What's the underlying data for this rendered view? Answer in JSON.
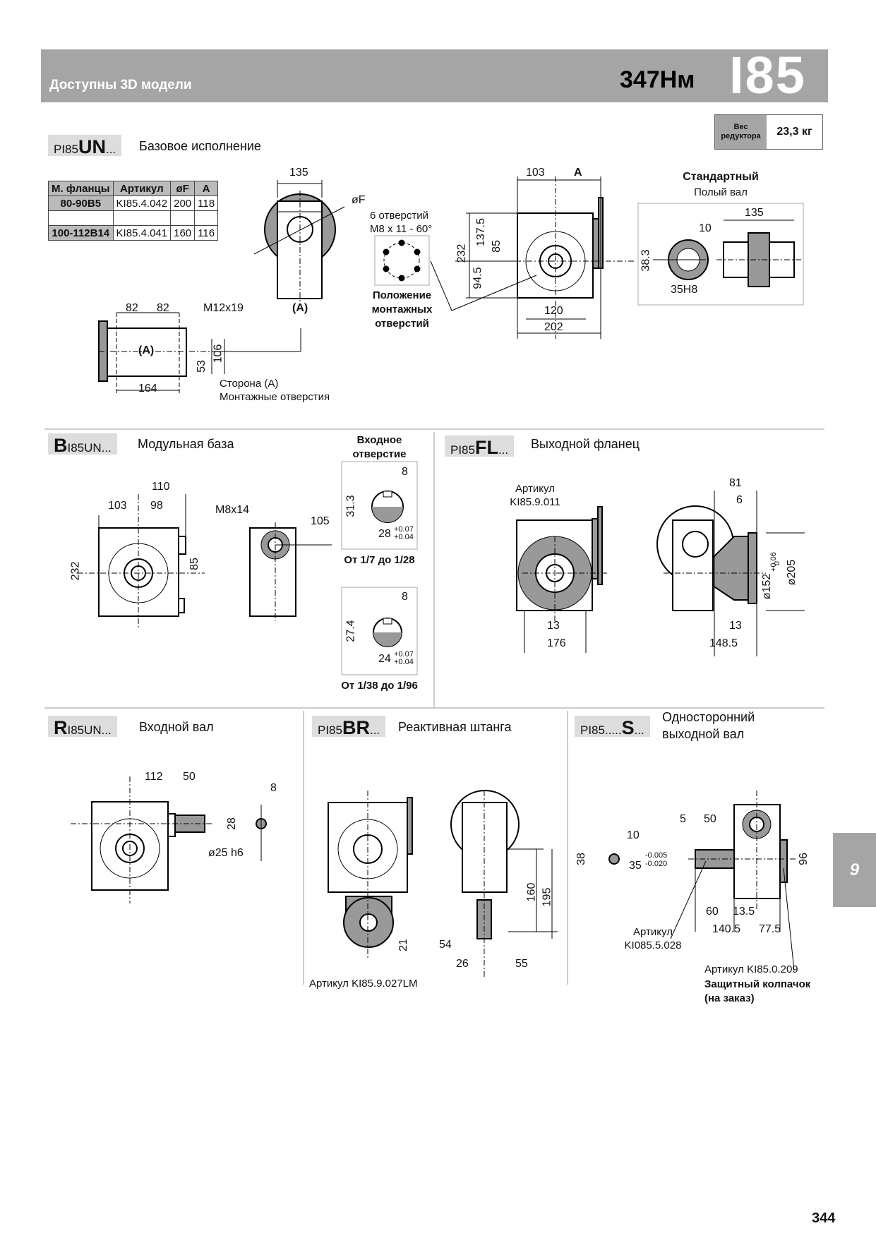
{
  "header": {
    "left": "Доступны 3D модели",
    "torque": "347Нм",
    "model": "I85"
  },
  "weight": {
    "label": "Вес редуктора",
    "value": "23,3 кг"
  },
  "s1": {
    "code_pre": "PI85",
    "code_bold": "UN",
    "code_post": "...",
    "desc": "Базовое исполнение",
    "table": {
      "headers": [
        "М. фланцы",
        "Артикул",
        "øF",
        "A"
      ],
      "rows": [
        [
          "80-90B5",
          "KI85.4.042",
          "200",
          "118"
        ],
        [
          "100-112B14",
          "KI85.4.041",
          "160",
          "116"
        ]
      ]
    },
    "dims": {
      "d135": "135",
      "oF": "øF",
      "holes1": "6 отверстий",
      "holes2": "M8 x 11 - 60°",
      "A_mark": "(A)",
      "pos1": "Положение",
      "pos2": "монтажных",
      "pos3": "отверстий",
      "d82a": "82",
      "d82b": "82",
      "m12": "M12x19",
      "d53": "53",
      "d106": "106",
      "d164": "164",
      "side1": "Сторона (A)",
      "side2": "Монтажные отверстия",
      "d103": "103",
      "dA": "A",
      "d232": "232",
      "d137": "137.5",
      "d85": "85",
      "d94": "94.5",
      "d120": "120",
      "d202": "202"
    },
    "shaft": {
      "title": "Стандартный",
      "sub": "Полый вал",
      "d135": "135",
      "d10": "10",
      "d38": "38.3",
      "d35": "35H8"
    }
  },
  "s2": {
    "code_pre": "",
    "code_bold": "B",
    "code_post": "I85UN...",
    "desc": "Модульная база",
    "dims": {
      "d110": "110",
      "d103": "103",
      "d98": "98",
      "d232": "232",
      "d85": "85",
      "m8": "M8x14",
      "d105": "105"
    },
    "input": {
      "title1": "Входное",
      "title2": "отверстие",
      "a_d8": "8",
      "a_d31": "31.3",
      "a_d28": "28",
      "a_tol1": "+0.07",
      "a_tol2": "+0.04",
      "a_range": "От 1/7 до 1/28",
      "b_d8": "8",
      "b_d27": "27.4",
      "b_d24": "24",
      "b_tol1": "+0.07",
      "b_tol2": "+0.04",
      "b_range": "От 1/38 до 1/96"
    }
  },
  "s3": {
    "code_pre": "PI85",
    "code_bold": "FL",
    "code_post": "...",
    "desc": "Выходной фланец",
    "dims": {
      "art1": "Артикул",
      "art2": "KI85.9.011",
      "d13a": "13",
      "d176": "176",
      "d81": "81",
      "d6": "6",
      "d152": "ø152",
      "tol1": "+0.06",
      "tol2": "0",
      "d205": "ø205",
      "d13b": "13",
      "d148": "148.5"
    }
  },
  "s4": {
    "code_pre": "",
    "code_bold": "R",
    "code_post": "I85UN...",
    "desc": "Входной вал",
    "dims": {
      "d112": "112",
      "d50": "50",
      "d8": "8",
      "d28": "28",
      "d25": "ø25 h6"
    }
  },
  "s5": {
    "code_pre": "PI85",
    "code_bold": "BR",
    "code_post": "...",
    "desc": "Реактивная штанга",
    "dims": {
      "d160": "160",
      "d195": "195",
      "d21": "21",
      "d54": "54",
      "d26": "26",
      "d55": "55",
      "art": "Артикул KI85.9.027LM"
    }
  },
  "s6": {
    "code_pre": "PI85.....",
    "code_bold": "S",
    "code_post": "...",
    "desc1": "Односторонний",
    "desc2": "выходной вал",
    "dims": {
      "d5": "5",
      "d50": "50",
      "d10": "10",
      "d38": "38",
      "d35": "35",
      "tol1": "-0.005",
      "tol2": "-0.020",
      "d96": "96",
      "d60": "60",
      "d13": "13.5",
      "d140": "140.5",
      "d77": "77.5",
      "art1": "Артикул",
      "art2": "KI085.5.028",
      "art3": "Артикул KI85.0.209",
      "cap1": "Защитный колпачок",
      "cap2": "(на заказ)"
    }
  },
  "tab": "9",
  "page": "344"
}
